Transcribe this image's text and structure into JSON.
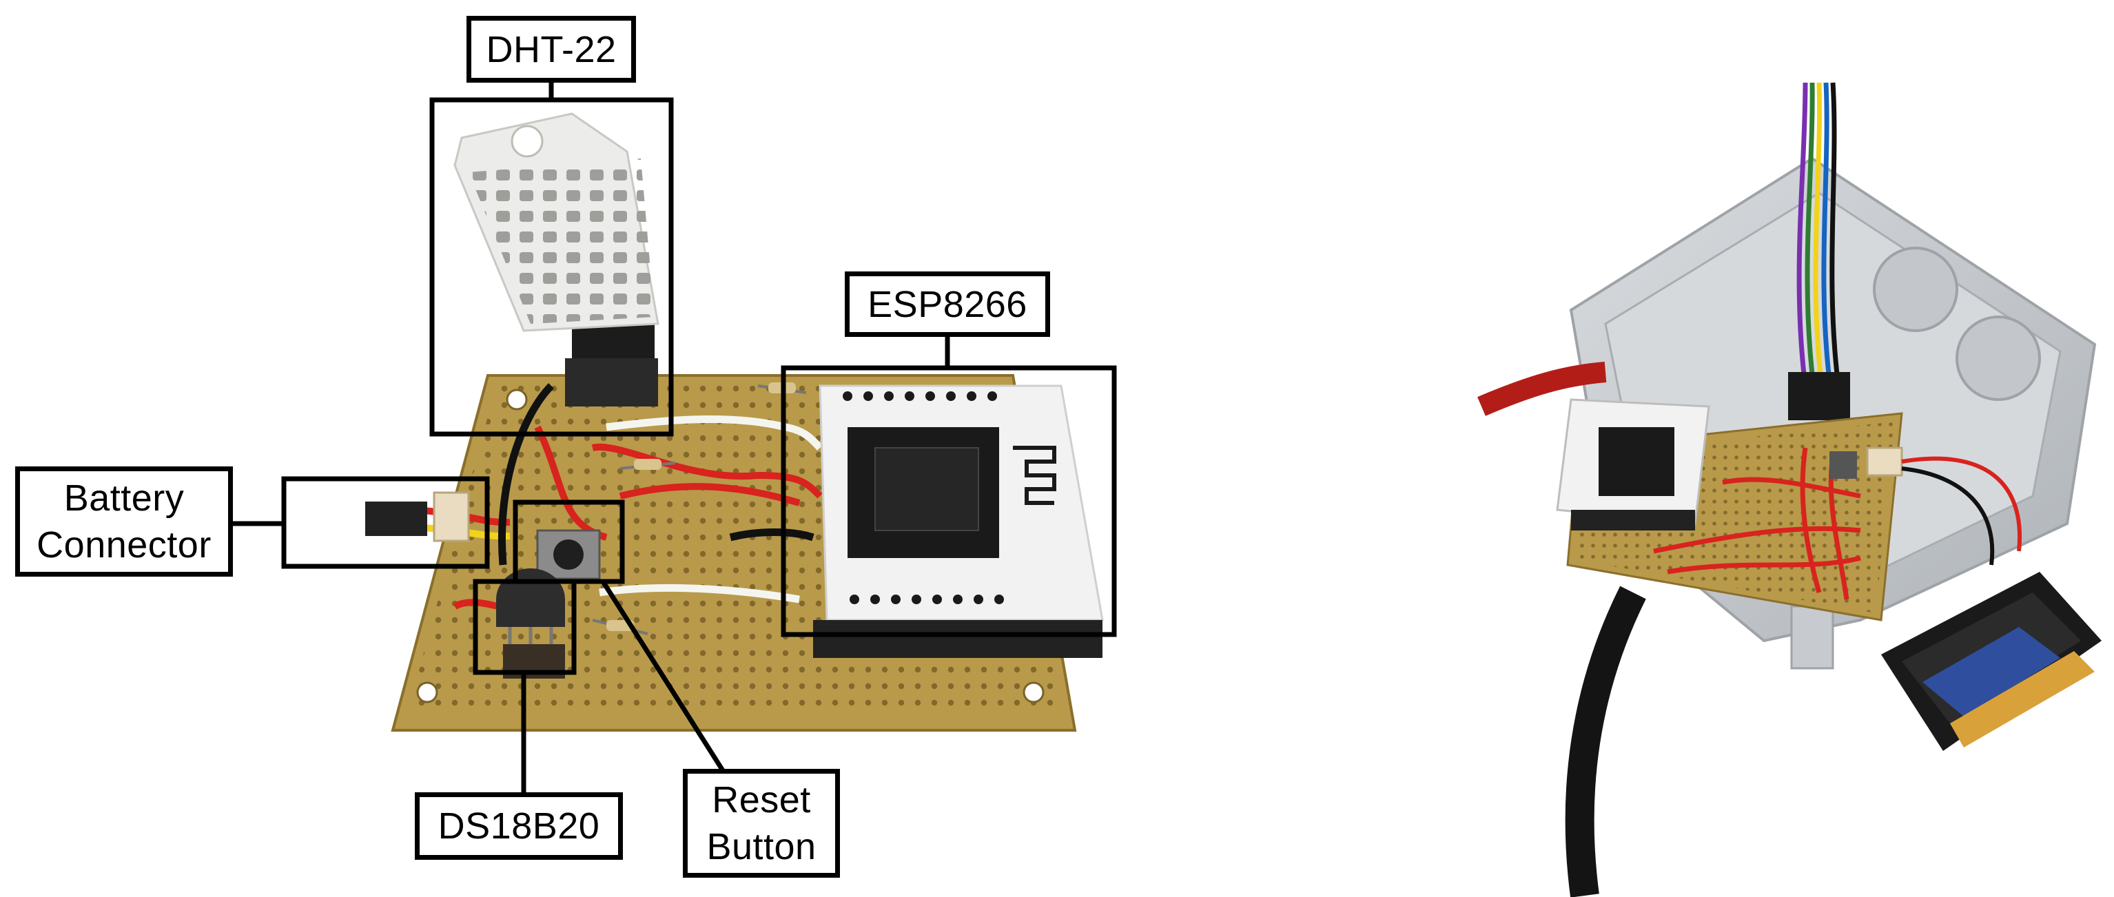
{
  "labels": {
    "dht22": "DHT-22",
    "esp8266": "ESP8266",
    "battery_line1": "Battery",
    "battery_line2": "Connector",
    "ds18b20": "DS18B20",
    "reset_line1": "Reset",
    "reset_line2": "Button"
  },
  "colors": {
    "callout_border": "#000000",
    "perfboard": "#b89a4a",
    "esp_module": "#f2f2f2",
    "esp_chip": "#1a1a1a",
    "dht_sensor": "#ececea",
    "enclosure": "#c9cdd1",
    "wire_red": "#d8231e",
    "wire_yellow": "#f2d21b",
    "wire_black": "#111111"
  }
}
